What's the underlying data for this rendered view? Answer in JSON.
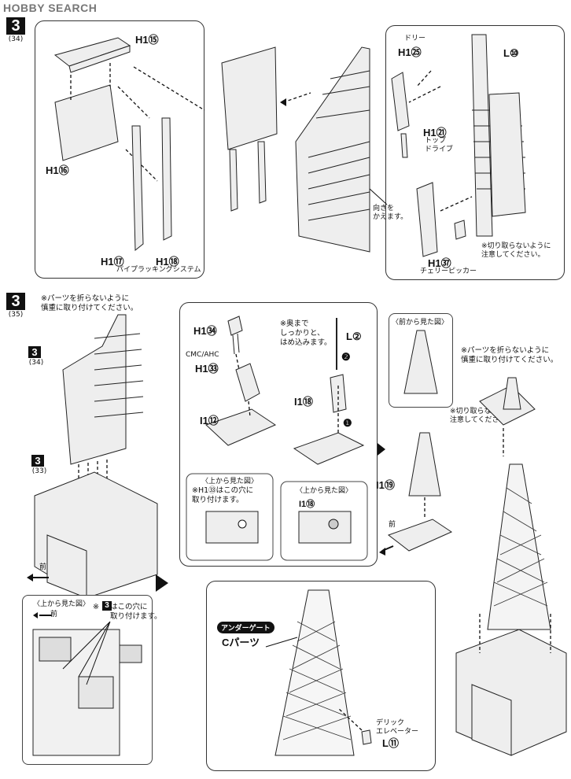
{
  "watermark": "HOBBY SEARCH",
  "step1": {
    "number": "3",
    "sub": "(34)",
    "labels": {
      "h15": "H1⑮",
      "h16": "H1⑯",
      "h17": "H1⑰",
      "h18": "H1⑱",
      "pipe": "パイプラッキングシステム",
      "dolly_title": "ドリー",
      "h25": "H1㉕",
      "h21": "H1㉑",
      "topdrive": "トップ\nドライブ",
      "l10": "L⑩",
      "turn": "向きを\nかえます。",
      "caution_cut": "※切り取らないように\n注意してください。",
      "h37": "H1㊲",
      "cherry": "チェリーピッカー"
    }
  },
  "step2": {
    "number": "3",
    "sub": "(35)",
    "caution": "※パーツを折らないように\n慎重に取り付けてください。",
    "ref34": {
      "number": "3",
      "sub": "(34)"
    },
    "ref33": {
      "number": "3",
      "sub": "(33)"
    },
    "front": "前",
    "topview_title": "〈上から見た図〉",
    "topview_front": "前",
    "topview_note_a": "※",
    "topview_note_b": "はこの穴に\n取り付けます。",
    "topview_ref": "3"
  },
  "step3": {
    "h34": "H1㉞",
    "cmc": "CMC/AHC",
    "h33": "H1㉝",
    "i12": "I1⑫",
    "box1_title": "〈上から見た図〉",
    "box1_note": "※H1㉝はこの穴に\n取り付けます。",
    "deep": "※奥まで\nしっかりと、\nはめ込みます。",
    "l2": "L②",
    "step_a": "❷",
    "step_b": "❶",
    "i18": "I1⑱",
    "box2_title": "〈上から見た図〉",
    "box2_label": "I1⑱",
    "front_view": "〈前から見た図〉",
    "caution_cut": "※切り取らないように\n注意してください。",
    "i19": "I1⑲",
    "front": "前",
    "caution_break": "※パーツを折らないように\n慎重に取り付けてください。"
  },
  "step4": {
    "undergate": "アンダーゲート",
    "cparts": "Cパーツ",
    "derrick": "デリック\nエレベーター",
    "l11": "L⑪"
  }
}
